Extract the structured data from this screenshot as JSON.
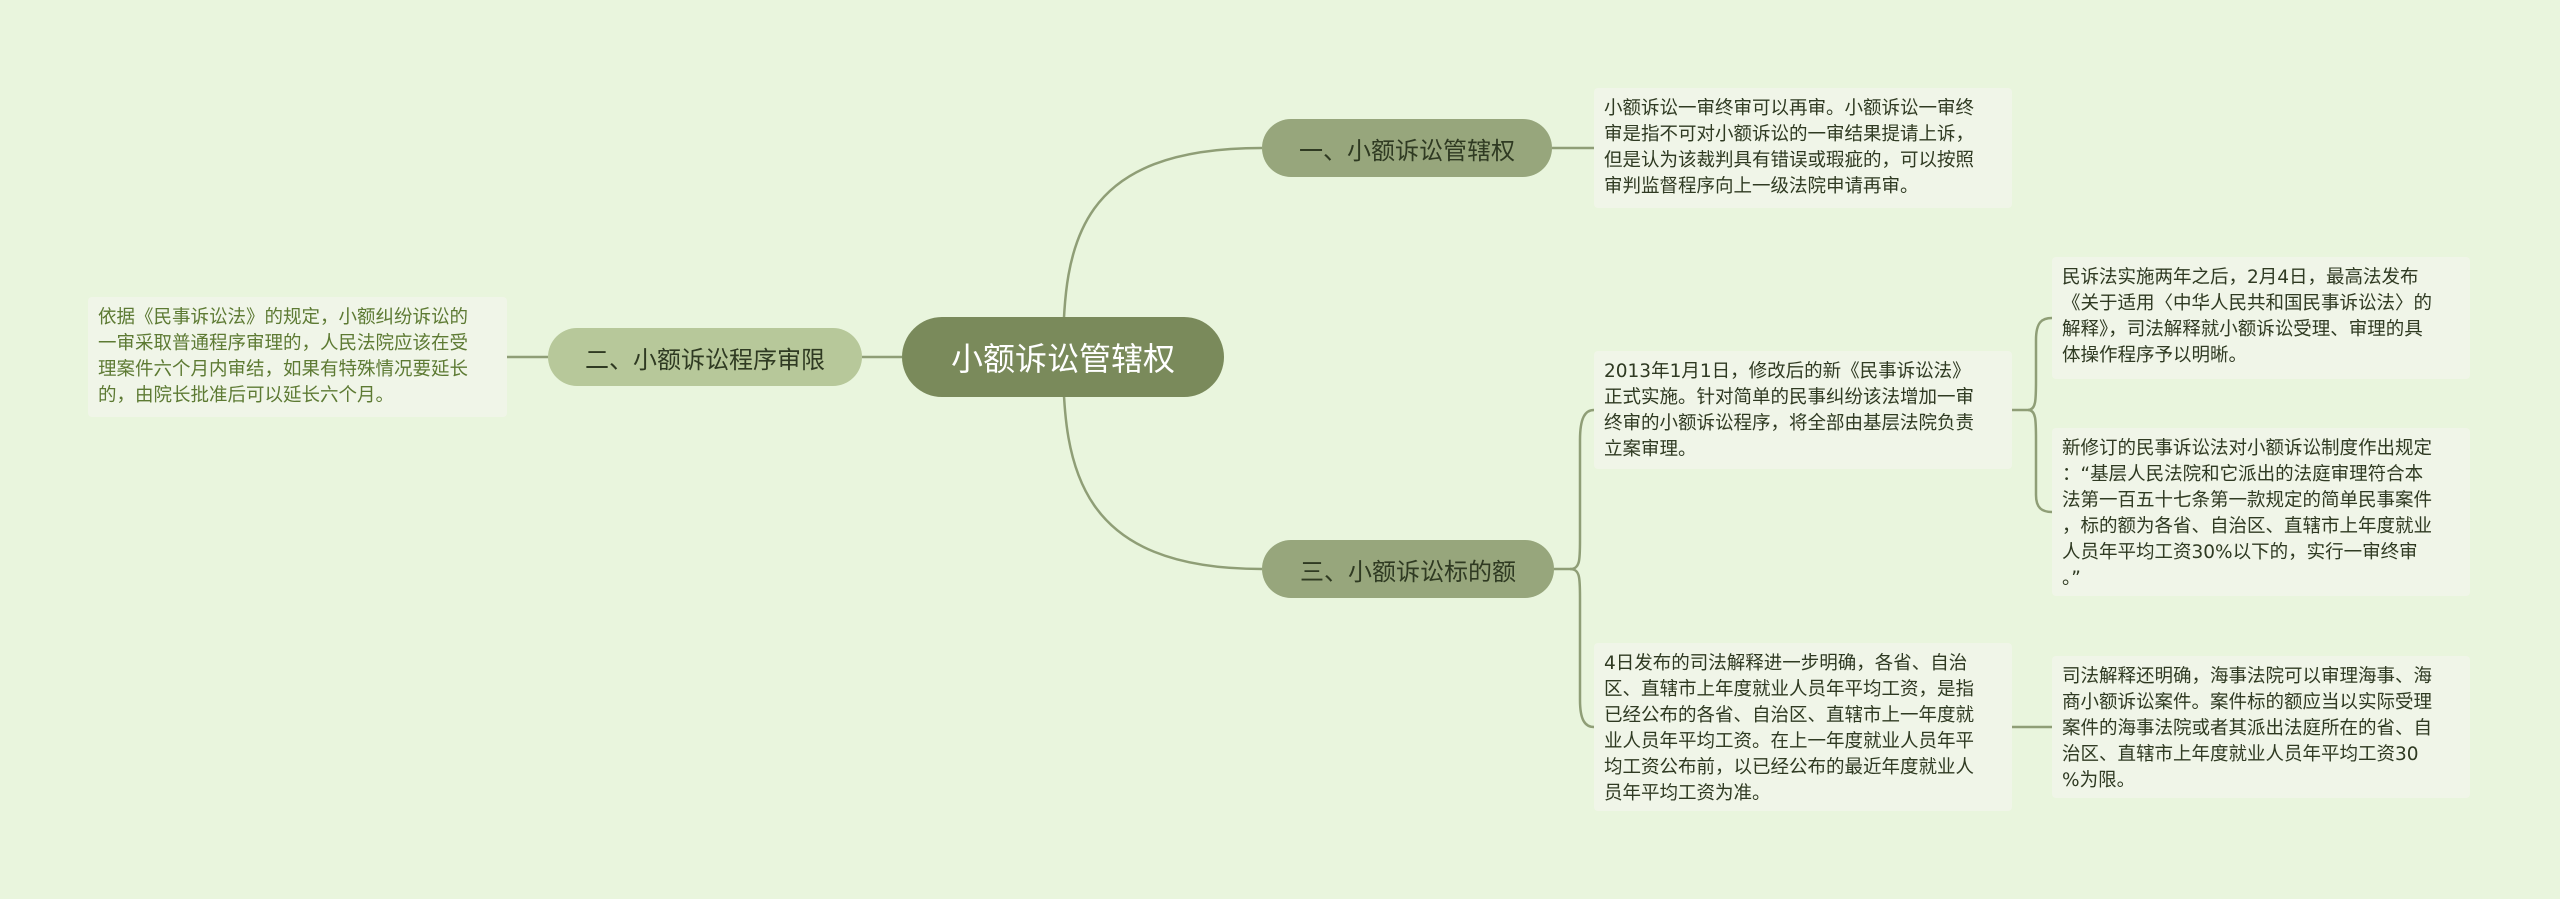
{
  "root": {
    "label": "小额诉讼管辖权"
  },
  "branches": [
    {
      "label": "一、小额诉讼管辖权",
      "children": [
        {
          "text": "小额诉讼一审终审可以再审。小额诉讼一审终\n审是指不可对小额诉讼的一审结果提请上诉，\n但是认为该裁判具有错误或瑕疵的，可以按照\n审判监督程序向上一级法院申请再审。"
        }
      ]
    },
    {
      "label": "二、小额诉讼程序审限",
      "children": [
        {
          "text": "依据《民事诉讼法》的规定，小额纠纷诉讼的\n一审采取普通程序审理的，人民法院应该在受\n理案件六个月内审结，如果有特殊情况要延长\n的，由院长批准后可以延长六个月。"
        }
      ]
    },
    {
      "label": "三、小额诉讼标的额",
      "children": [
        {
          "text": "2013年1月1日，修改后的新《民事诉讼法》\n正式实施。针对简单的民事纠纷该法增加一审\n终审的小额诉讼程序，将全部由基层法院负责\n立案审理。",
          "children": [
            {
              "text": "民诉法实施两年之后，2月4日，最高法发布\n《关于适用〈中华人民共和国民事诉讼法〉的\n解释》，司法解释就小额诉讼受理、审理的具\n体操作程序予以明晰。"
            },
            {
              "text": "新修订的民事诉讼法对小额诉讼制度作出规定\n：“基层人民法院和它派出的法庭审理符合本\n法第一百五十七条第一款规定的简单民事案件\n，标的额为各省、自治区、直辖市上年度就业\n人员年平均工资30%以下的，实行一审终审\n。”"
            }
          ]
        },
        {
          "text": "4日发布的司法解释进一步明确，各省、自治\n区、直辖市上年度就业人员年平均工资，是指\n已经公布的各省、自治区、直辖市上一年度就\n业人员年平均工资。在上一年度就业人员年平\n均工资公布前，以已经公布的最近年度就业人\n员年平均工资为准。",
          "children": [
            {
              "text": "司法解释还明确，海事法院可以审理海事、海\n商小额诉讼案件。案件标的额应当以实际受理\n案件的海事法院或者其派出法庭所在的省、自\n治区、直辖市上年度就业人员年平均工资30\n%为限。"
            }
          ]
        }
      ]
    }
  ],
  "colors": {
    "background": "#e9f5dd",
    "root": "#7a8a5b",
    "branch": "#97a67c",
    "branch_left": "#b7c89a",
    "leaf": "#f0f5e8",
    "line": "#8f9e76"
  }
}
